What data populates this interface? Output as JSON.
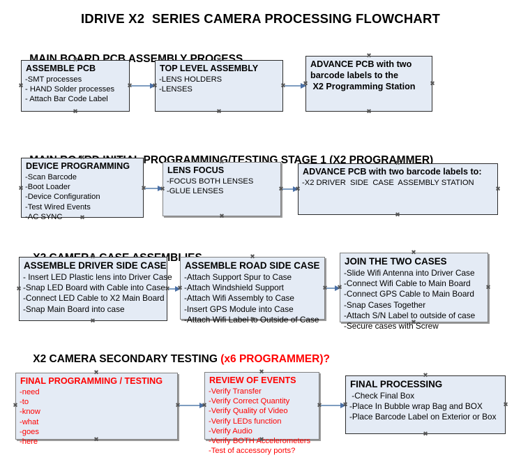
{
  "document": {
    "title": "IDRIVE X2  SERIES CAMERA PROCESSING FLOWCHART"
  },
  "colors": {
    "box_fill": "#e4ebf5",
    "box_border": "#2b2b2b",
    "shadow_border": "#808080",
    "arrow": "#7e9dc0",
    "red_text": "#ff0000",
    "text": "#000000"
  },
  "sections": [
    {
      "heading": "MAIN BOARD PCB ASSEMBLY PROCESS",
      "heading_red": "",
      "boxes": [
        {
          "title": "ASSEMBLE PCB",
          "lines": [
            "-SMT processes",
            "- HAND Solder processes",
            "- Attach Bar Code Label"
          ]
        },
        {
          "title": "TOP LEVEL ASSEMBLY",
          "lines": [
            "-LENS HOLDERS",
            "-LENSES"
          ]
        },
        {
          "title": "ADVANCE PCB with two",
          "lines": [
            "barcode labels to the",
            " X2 Programming Station"
          ]
        }
      ]
    },
    {
      "heading": "MAIN BOARD INITIAL PROGRAMMING/TESTING STAGE 1 (X2 PROGRAMMER)",
      "heading_red": "",
      "boxes": [
        {
          "title": "DEVICE PROGRAMMING",
          "lines": [
            "-Scan Barcode",
            "-Boot Loader",
            "-Device Configuration",
            "-Test Wired Events",
            "-AC SYNC"
          ]
        },
        {
          "title": "LENS FOCUS",
          "lines": [
            "-FOCUS BOTH LENSES",
            "-GLUE LENSES"
          ]
        },
        {
          "title": "ADVANCE PCB with two barcode labels to:",
          "lines": [
            "-X2 DRIVER  SIDE  CASE  ASSEMBLY STATION"
          ]
        }
      ]
    },
    {
      "heading": "X2 CAMERA CASE ASSEMBLIES",
      "heading_red": "",
      "boxes": [
        {
          "title": "ASSEMBLE DRIVER SIDE CASE",
          "lines": [
            "- Insert LED Plastic lens into Driver Case",
            "-Snap LED Board with Cable into Case",
            "-Connect LED Cable to X2 Main Board",
            "-Snap Main Board into case"
          ]
        },
        {
          "title": "ASSEMBLE ROAD SIDE CASE",
          "lines": [
            "-Attach Support Spur to Case",
            "-Attach Windshield Support",
            "-Attach Wifi Assembly to Case",
            "-Insert GPS Module into Case",
            "-Attach Wifi Label to Outside of Case"
          ]
        },
        {
          "title": "JOIN THE TWO CASES",
          "lines": [
            "-Slide Wifi Antenna into Driver Case",
            "-Connect Wifi Cable to Main Board",
            "-Connect GPS Cable to Main Board",
            "-Snap Cases Together",
            "-Attach S/N Label to outside of case",
            "-Secure cases with Screw"
          ]
        }
      ]
    },
    {
      "heading": "X2 CAMERA SECONDARY TESTING ",
      "heading_red": "(x6 PROGRAMMER)?",
      "boxes": [
        {
          "title": "FINAL PROGRAMMING / TESTING",
          "lines": [
            "-need",
            "-to",
            "-know",
            "-what",
            "-goes",
            "-here"
          ]
        },
        {
          "title": "REVIEW OF EVENTS",
          "lines": [
            "-Verify Transfer",
            "-Verify Correct Quantity",
            "-Verify Quality of Video",
            "-Verify LEDs function",
            "-Verify Audio",
            "-Verify BOTH Accelerometers",
            "-Test of accessory ports?"
          ]
        },
        {
          "title": "FINAL PROCESSING",
          "lines": [
            " -Check Final Box",
            "-Place In Bubble wrap Bag and BOX",
            "-Place Barcode Label on Exterior or Box"
          ]
        }
      ]
    }
  ]
}
